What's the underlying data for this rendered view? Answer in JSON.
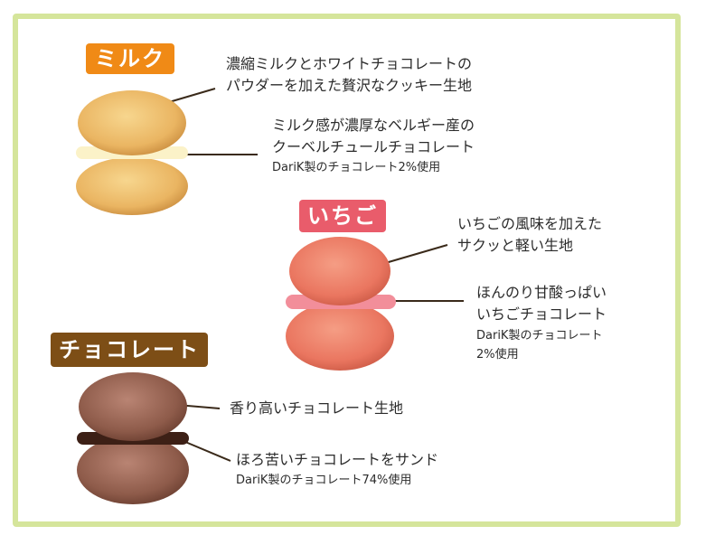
{
  "frame_color": "#d5e59b",
  "milk": {
    "label": "ミルク",
    "color": "#f08a16",
    "text1_line1": "濃縮ミルクとホワイトチョコレートの",
    "text1_line2": "パウダーを加えた贅沢なクッキー生地",
    "text2_line1": "ミルク感が濃厚なベルギー産の",
    "text2_line2": "クーベルチュールチョコレート",
    "text2_note": "DariK製のチョコレート2%使用"
  },
  "strawberry": {
    "label": "いちご",
    "color": "#e95c6b",
    "text1_line1": "いちごの風味を加えた",
    "text1_line2": "サクッと軽い生地",
    "text2_line1": "ほんのり甘酸っぱい",
    "text2_line2": "いちごチョコレート",
    "text2_note_line1": "DariK製のチョコレート",
    "text2_note_line2": "2%使用"
  },
  "chocolate": {
    "label": "チョコレート",
    "color": "#7d4e16",
    "text1": "香り高いチョコレート生地",
    "text2": "ほろ苦いチョコレートをサンド",
    "text2_note": "DariK製のチョコレート74%使用"
  }
}
